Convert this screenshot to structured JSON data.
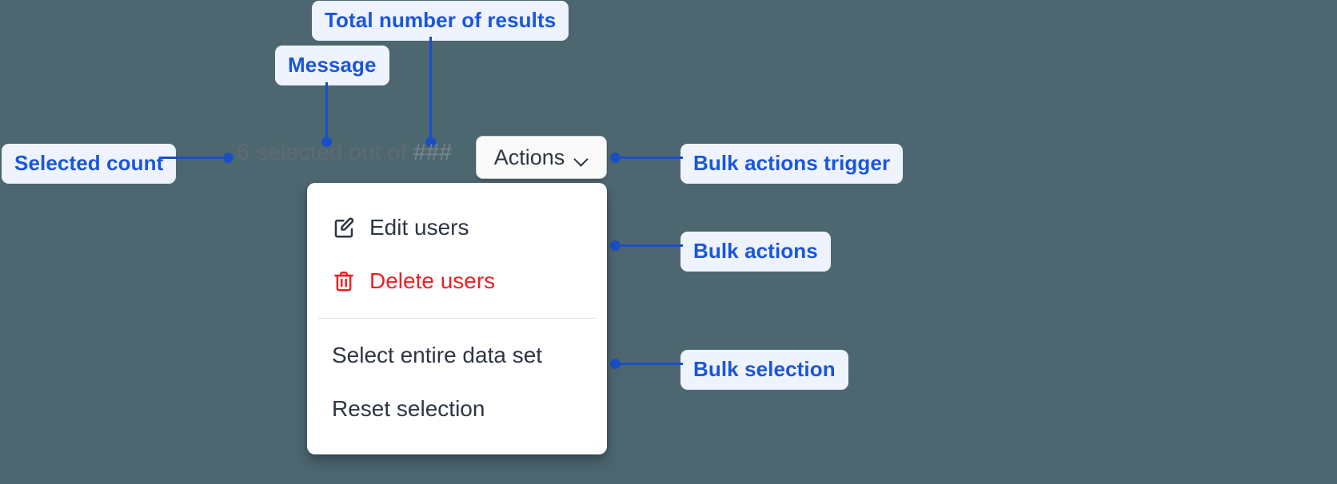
{
  "background_color": "#4d6771",
  "accent_color": "#1a4fc4",
  "callout_bg": "#eef3fe",
  "callout_text_color": "#1a56db",
  "annotations": [
    {
      "id": "total-results",
      "label": "Total number of results"
    },
    {
      "id": "message",
      "label": "Message"
    },
    {
      "id": "selected-count",
      "label": "Selected count"
    },
    {
      "id": "bulk-trigger",
      "label": "Bulk actions trigger"
    },
    {
      "id": "bulk-actions",
      "label": "Bulk actions"
    },
    {
      "id": "bulk-selection",
      "label": "Bulk selection"
    }
  ],
  "status_bar": {
    "count": "6",
    "message_text": "selected out of",
    "total_placeholder": "###",
    "full_text": "6 selected out of ###"
  },
  "trigger": {
    "label": "Actions",
    "icon": "chevron-down-icon"
  },
  "menu": {
    "groups": [
      {
        "id": "bulk-actions",
        "items": [
          {
            "id": "edit-users",
            "label": "Edit users",
            "icon": "pencil-square-icon",
            "danger": false,
            "color": "#2d3643"
          },
          {
            "id": "delete-users",
            "label": "Delete users",
            "icon": "trash-icon",
            "danger": true,
            "color": "#ec2024"
          }
        ]
      },
      {
        "id": "bulk-selection",
        "items": [
          {
            "id": "select-entire-data-set",
            "label": "Select entire data set",
            "icon": null,
            "danger": false,
            "color": "#2d3643"
          },
          {
            "id": "reset-selection",
            "label": "Reset selection",
            "icon": null,
            "danger": false,
            "color": "#2d3643"
          }
        ]
      }
    ]
  }
}
